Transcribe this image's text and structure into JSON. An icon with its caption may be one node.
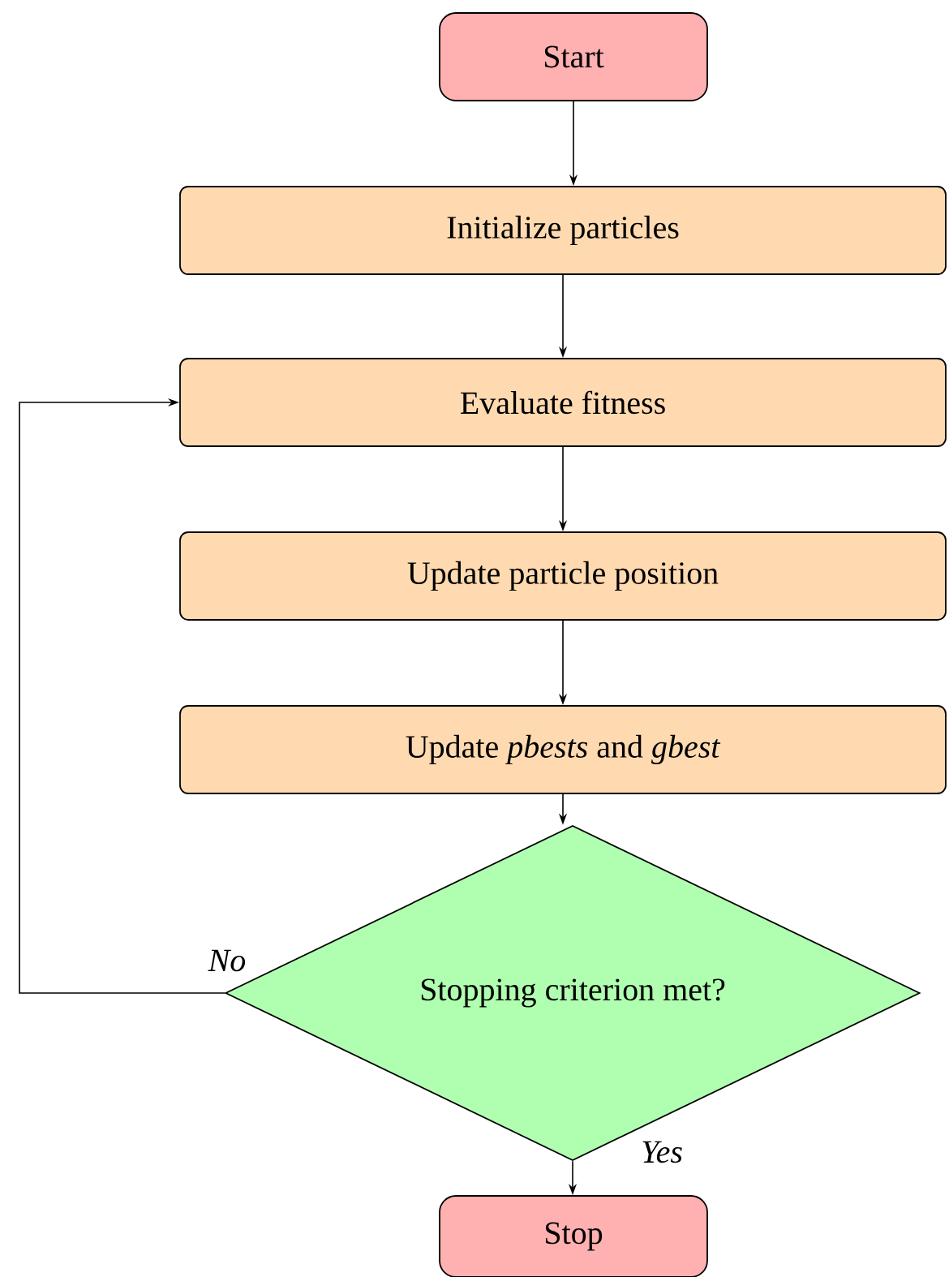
{
  "diagram": {
    "nodes": [
      {
        "text": [
          "Start"
        ]
      },
      {
        "text": [
          "Initialize particles"
        ]
      },
      {
        "text": [
          "Evaluate fitness"
        ]
      },
      {
        "text": [
          "Update particle position"
        ]
      },
      {
        "text": [
          "Update *pbests* and *gbest*"
        ]
      },
      {
        "text": [
          "Stopping criterion met?"
        ]
      },
      {
        "text": [
          "Stop"
        ]
      }
    ],
    "edges": [
      {
        "from": 0,
        "to": 1,
        "arrow": "to"
      },
      {
        "from": 1,
        "to": 2,
        "arrow": "to"
      },
      {
        "from": 2,
        "to": 3,
        "arrow": "to"
      },
      {
        "from": 3,
        "to": 4,
        "arrow": "to"
      },
      {
        "from": 4,
        "to": 5,
        "arrow": "to"
      },
      {
        "from": 5,
        "to": 6,
        "arrow": "to",
        "label": "Yes"
      },
      {
        "from": 5,
        "to": 2,
        "arrow": "to",
        "label": "No"
      }
    ]
  }
}
